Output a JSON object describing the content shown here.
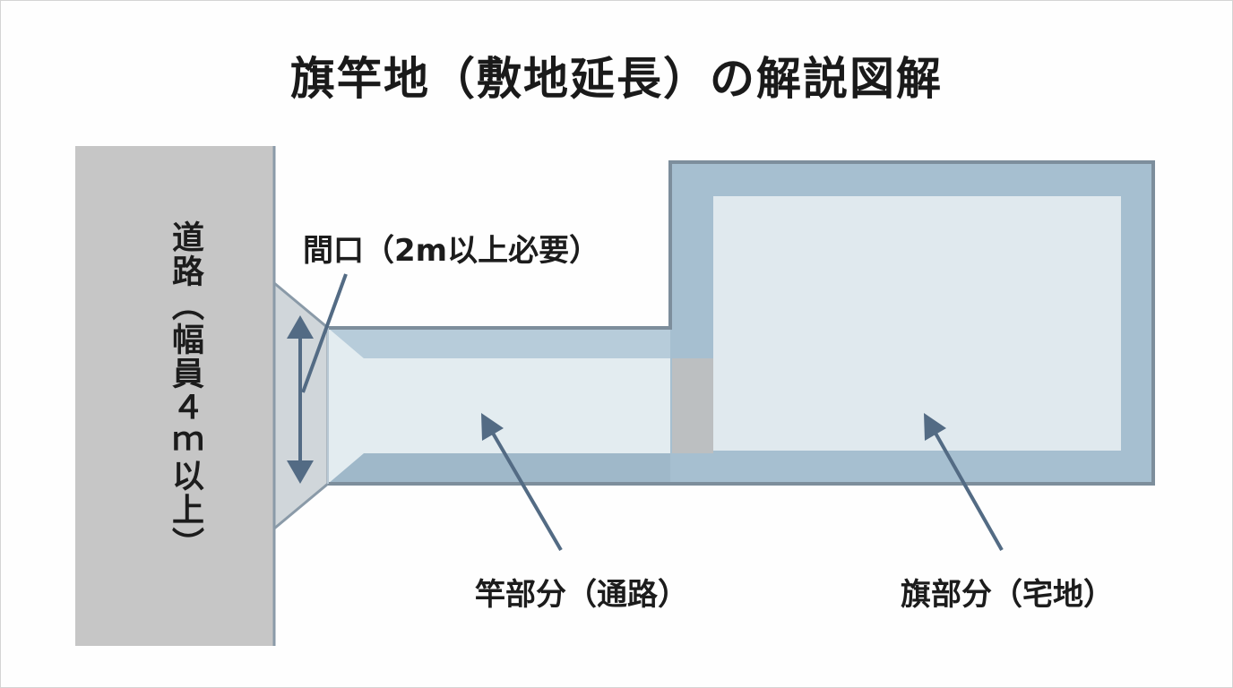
{
  "title": "旗竿地（敷地延長）の解説図解",
  "labels": {
    "road": "道路（幅員４ｍ以上）",
    "frontage": "間口（2m以上必要）",
    "pole": "竿部分（通路）",
    "flag": "旗部分（宅地）"
  },
  "colors": {
    "road_fill": "#c6c6c6",
    "road_edge": "#8a9aa8",
    "lot_border": "#a6bfd0",
    "lot_outline": "#7d8e9c",
    "lot_inner": "#e0e9ee",
    "pole_inner": "#e3ecf0",
    "junction": "#bcbfc1",
    "arrow": "#536b84",
    "text": "#1c1c1c"
  },
  "icons": {
    "dimension": "double-headed-arrow-icon",
    "pointer": "pointer-arrow-icon"
  }
}
